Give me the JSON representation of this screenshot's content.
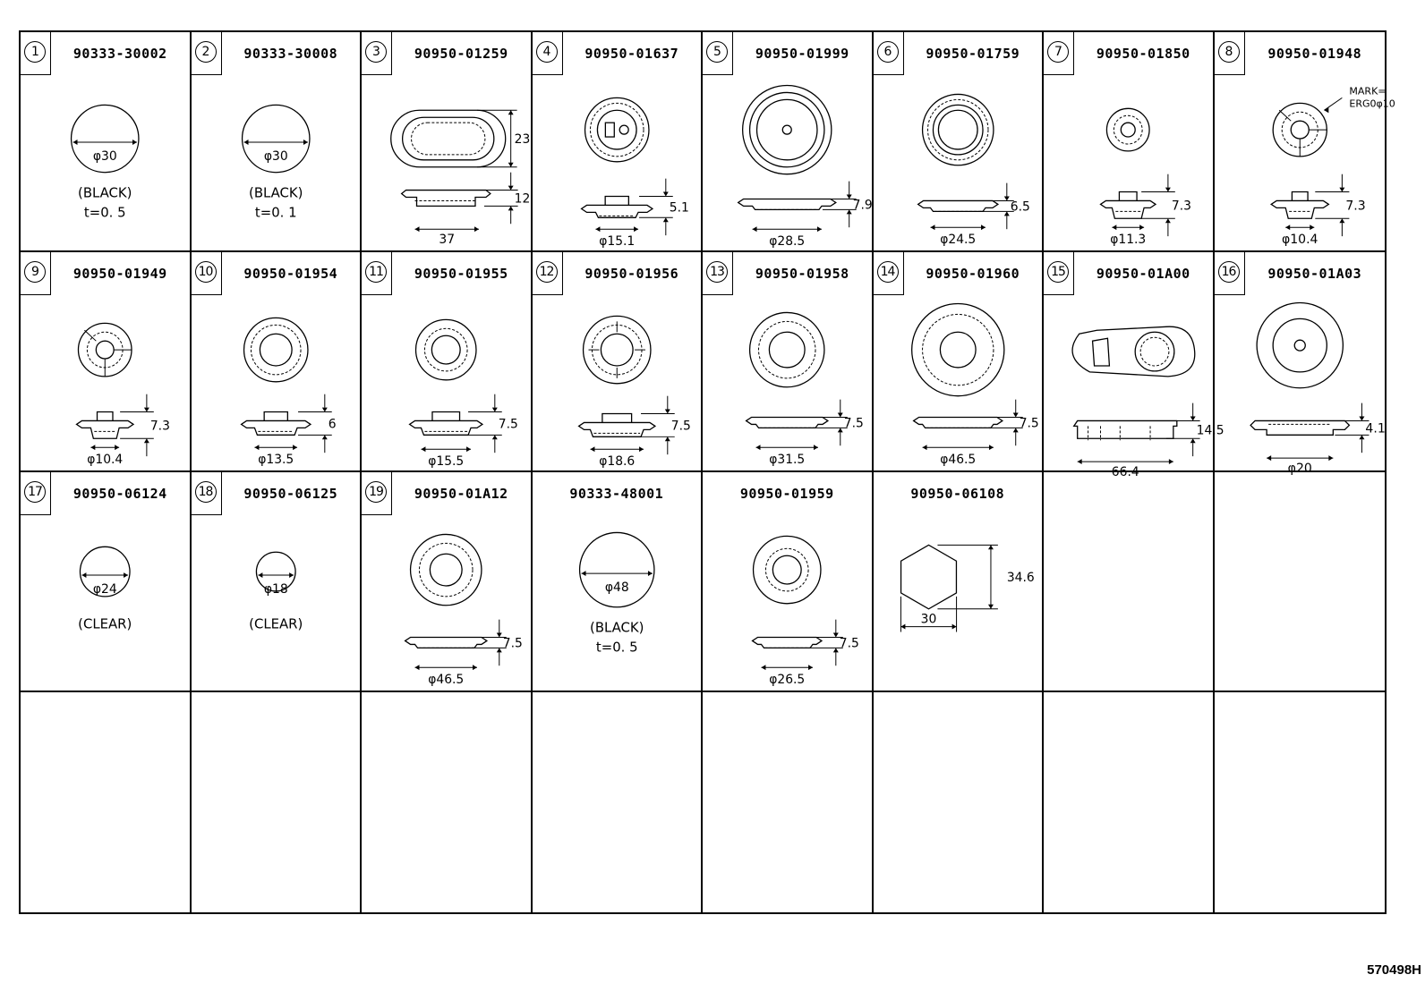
{
  "cells": [
    {
      "num": "1",
      "part": "90333-30002",
      "dims": [
        "φ30"
      ],
      "notes": [
        "(BLACK)",
        "t=0. 5"
      ]
    },
    {
      "num": "2",
      "part": "90333-30008",
      "dims": [
        "φ30"
      ],
      "notes": [
        "(BLACK)",
        "t=0. 1"
      ]
    },
    {
      "num": "3",
      "part": "90950-01259",
      "dims": [
        "23",
        "12",
        "37"
      ],
      "notes": []
    },
    {
      "num": "4",
      "part": "90950-01637",
      "dims": [
        "5.1",
        "φ15.1"
      ],
      "notes": []
    },
    {
      "num": "5",
      "part": "90950-01999",
      "dims": [
        "7.9",
        "φ28.5"
      ],
      "notes": []
    },
    {
      "num": "6",
      "part": "90950-01759",
      "dims": [
        "6.5",
        "φ24.5"
      ],
      "notes": []
    },
    {
      "num": "7",
      "part": "90950-01850",
      "dims": [
        "7.3",
        "φ11.3"
      ],
      "notes": []
    },
    {
      "num": "8",
      "part": "90950-01948",
      "dims": [
        "7.3",
        "φ10.4"
      ],
      "notes": [
        "MARK=",
        "ERG0φ10"
      ]
    },
    {
      "num": "9",
      "part": "90950-01949",
      "dims": [
        "7.3",
        "φ10.4"
      ],
      "notes": []
    },
    {
      "num": "10",
      "part": "90950-01954",
      "dims": [
        "6",
        "φ13.5"
      ],
      "notes": []
    },
    {
      "num": "11",
      "part": "90950-01955",
      "dims": [
        "7.5",
        "φ15.5"
      ],
      "notes": []
    },
    {
      "num": "12",
      "part": "90950-01956",
      "dims": [
        "7.5",
        "φ18.6"
      ],
      "notes": []
    },
    {
      "num": "13",
      "part": "90950-01958",
      "dims": [
        "7.5",
        "φ31.5"
      ],
      "notes": []
    },
    {
      "num": "14",
      "part": "90950-01960",
      "dims": [
        "7.5",
        "φ46.5"
      ],
      "notes": []
    },
    {
      "num": "15",
      "part": "90950-01A00",
      "dims": [
        "14.5",
        "66.4"
      ],
      "notes": []
    },
    {
      "num": "16",
      "part": "90950-01A03",
      "dims": [
        "4.1",
        "φ20"
      ],
      "notes": []
    },
    {
      "num": "17",
      "part": "90950-06124",
      "dims": [
        "φ24"
      ],
      "notes": [
        "(CLEAR)"
      ]
    },
    {
      "num": "18",
      "part": "90950-06125",
      "dims": [
        "φ18"
      ],
      "notes": [
        "(CLEAR)"
      ]
    },
    {
      "num": "19",
      "part": "90950-01A12",
      "dims": [
        "7.5",
        "φ46.5"
      ],
      "notes": []
    },
    {
      "num": "",
      "part": "90333-48001",
      "dims": [
        "φ48"
      ],
      "notes": [
        "(BLACK)",
        "t=0. 5"
      ]
    },
    {
      "num": "",
      "part": "90950-01959",
      "dims": [
        "7.5",
        "φ26.5"
      ],
      "notes": []
    },
    {
      "num": "",
      "part": "90950-06108",
      "dims": [
        "34.6",
        "30"
      ],
      "notes": []
    },
    {
      "num": "",
      "part": "",
      "dims": [],
      "notes": []
    },
    {
      "num": "",
      "part": "",
      "dims": [],
      "notes": []
    },
    {
      "num": "",
      "part": "",
      "dims": [],
      "notes": []
    },
    {
      "num": "",
      "part": "",
      "dims": [],
      "notes": []
    },
    {
      "num": "",
      "part": "",
      "dims": [],
      "notes": []
    },
    {
      "num": "",
      "part": "",
      "dims": [],
      "notes": []
    },
    {
      "num": "",
      "part": "",
      "dims": [],
      "notes": []
    },
    {
      "num": "",
      "part": "",
      "dims": [],
      "notes": []
    },
    {
      "num": "",
      "part": "",
      "dims": [],
      "notes": []
    },
    {
      "num": "",
      "part": "",
      "dims": [],
      "notes": []
    }
  ],
  "reference_code": "570498H"
}
